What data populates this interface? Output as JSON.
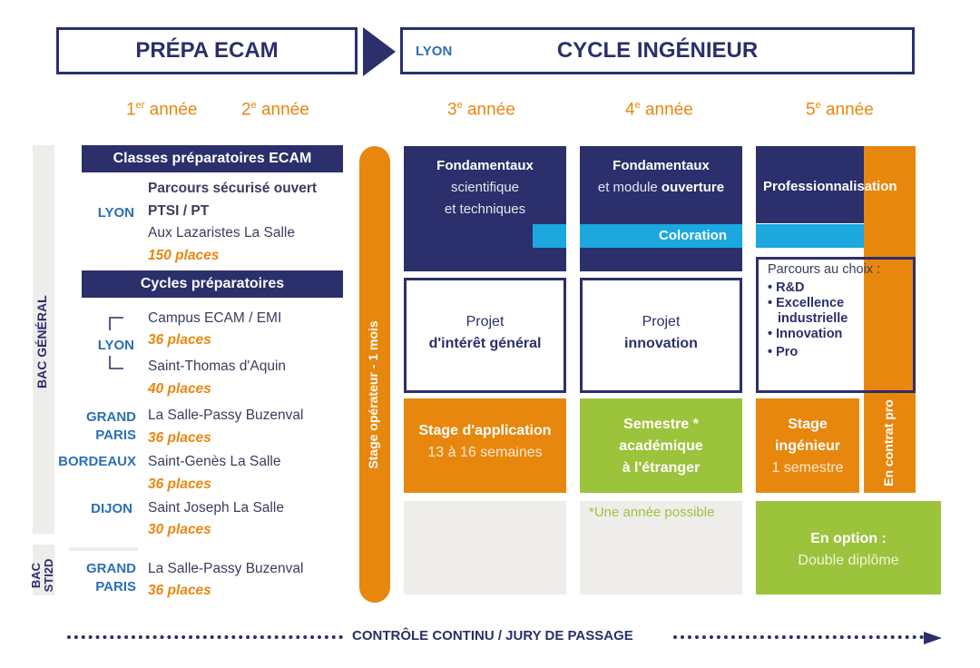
{
  "header": {
    "prepa_title": "PRÉPA ECAM",
    "cycle_city": "LYON",
    "cycle_title": "CYCLE INGÉNIEUR"
  },
  "years": {
    "y1": {
      "num": "1",
      "sup": "er",
      "label": "année"
    },
    "y2": {
      "num": "2",
      "sup": "e",
      "label": "année"
    },
    "y3": {
      "num": "3",
      "sup": "e",
      "label": "année"
    },
    "y4": {
      "num": "4",
      "sup": "e",
      "label": "année"
    },
    "y5": {
      "num": "5",
      "sup": "e",
      "label": "année"
    }
  },
  "side_labels": {
    "bac_general": "BAC GÉNÉRAL",
    "bac_sti2d_line1": "BAC",
    "bac_sti2d_line2": "STI2D"
  },
  "prepa": {
    "classes_title": "Classes préparatoires ECAM",
    "classes_city": "LYON",
    "classes_lines": {
      "l1": "Parcours sécurisé ouvert",
      "l2": "PTSI / PT",
      "l3": "Aux Lazaristes La Salle",
      "l4": "150 places"
    },
    "cycles_title": "Cycles préparatoires",
    "lyon": {
      "city": "LYON",
      "s1": "Campus ECAM / EMI",
      "p1": "36 places",
      "s2": "Saint-Thomas d'Aquin",
      "p2": "40 places"
    },
    "grand_paris": {
      "city1": "GRAND",
      "city2": "PARIS",
      "school": "La Salle-Passy Buzenval",
      "places": "36 places"
    },
    "bordeaux": {
      "city": "BORDEAUX",
      "school": "Saint-Genès La Salle",
      "places": "36 places"
    },
    "dijon": {
      "city": "DIJON",
      "school": "Saint Joseph La Salle",
      "places": "30 places"
    },
    "sti2d": {
      "city1": "GRAND",
      "city2": "PARIS",
      "school": "La Salle-Passy Buzenval",
      "places": "36 places"
    }
  },
  "stage_operateur": "Stage opérateur - 1 mois",
  "cycle": {
    "y3_top": {
      "title": "Fondamentaux",
      "l2": "scientifique",
      "l3": "et techniques"
    },
    "y4_top": {
      "title": "Fondamentaux",
      "l2a": "et module ",
      "l2b": "ouverture"
    },
    "y5_top": {
      "title": "Professionnalisation"
    },
    "coloration": "Coloration",
    "y3_project": {
      "l1": "Projet",
      "l2": "d'intérêt général"
    },
    "y4_project": {
      "l1": "Projet",
      "l2": "innovation"
    },
    "parcours": {
      "title": "Parcours au choix :",
      "i1": "R&D",
      "i2a": "Excellence",
      "i2b": "industrielle",
      "i3": "Innovation",
      "i4": "Pro"
    },
    "y3_stage": {
      "title": "Stage d'application",
      "sub": "13 à 16 semaines"
    },
    "y4_semestre": {
      "l1": "Semestre *",
      "l2": "académique",
      "l3": "à l'étranger"
    },
    "y5_stage": {
      "l1": "Stage",
      "l2": "ingénieur",
      "l3": "1 semestre"
    },
    "contrat_pro": "En contrat pro",
    "annee_possible": "*Une année possible",
    "option": {
      "title": "En option :",
      "sub": "Double diplôme"
    }
  },
  "footer": "CONTRÔLE CONTINU / JURY DE PASSAGE",
  "colors": {
    "navy": "#2b2f6b",
    "orange": "#e8870e",
    "green": "#9cc33c",
    "cyan": "#1aa8df",
    "grey": "#efedea"
  }
}
